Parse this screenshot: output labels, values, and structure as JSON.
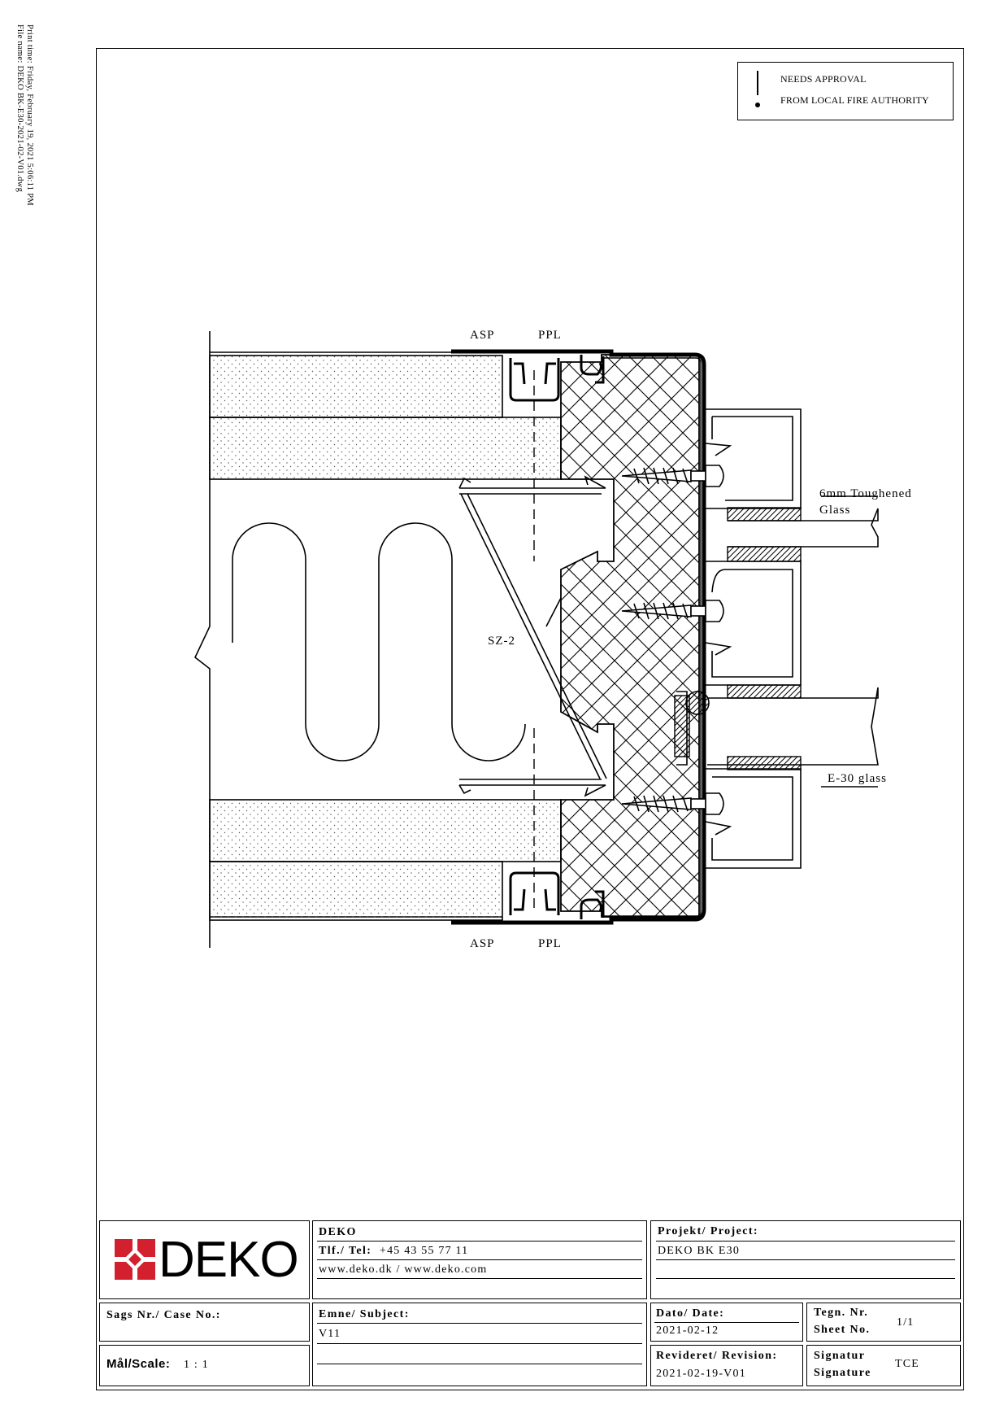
{
  "meta": {
    "print_time": "Print time: Friday, February 19, 2021 5:06:11 PM",
    "file_name": "File name: DEKO BK-E30-2021-02-V01.dwg"
  },
  "notice": {
    "line1": "NEEDS APPROVAL",
    "line2": "FROM LOCAL FIRE AUTHORITY"
  },
  "drawing": {
    "label_asp_top": "ASP",
    "label_ppl_top": "PPL",
    "label_asp_bottom": "ASP",
    "label_ppl_bottom": "PPL",
    "label_sz2": "SZ-2",
    "label_glass1_line1": "6mm Toughened",
    "label_glass1_line2": "Glass",
    "label_glass2": "E-30 glass"
  },
  "title_block": {
    "logo_text": "DEKO",
    "logo_color": "#d3202e",
    "company": {
      "name": "DEKO",
      "tel_label": "Tlf./ Tel:",
      "tel_value": "+45 43 55 77 11",
      "web": "www.deko.dk / www.deko.com"
    },
    "project": {
      "label": "Projekt/ Project:",
      "value": "DEKO BK E30"
    },
    "case": {
      "label": "Sags Nr./ Case No.:",
      "value": ""
    },
    "subject": {
      "label": "Emne/ Subject:",
      "value": "V11"
    },
    "date": {
      "label": "Dato/ Date:",
      "value": "2021-02-12"
    },
    "sheet": {
      "label1": "Tegn. Nr.",
      "label2": "Sheet No.",
      "value": "1/1"
    },
    "scale": {
      "label": "Mål/Scale:",
      "value": "1 : 1"
    },
    "revision": {
      "label": "Revideret/ Revision:",
      "value": "2021-02-19-V01"
    },
    "signature": {
      "label1": "Signatur",
      "label2": "Signature",
      "value": "TCE"
    }
  }
}
